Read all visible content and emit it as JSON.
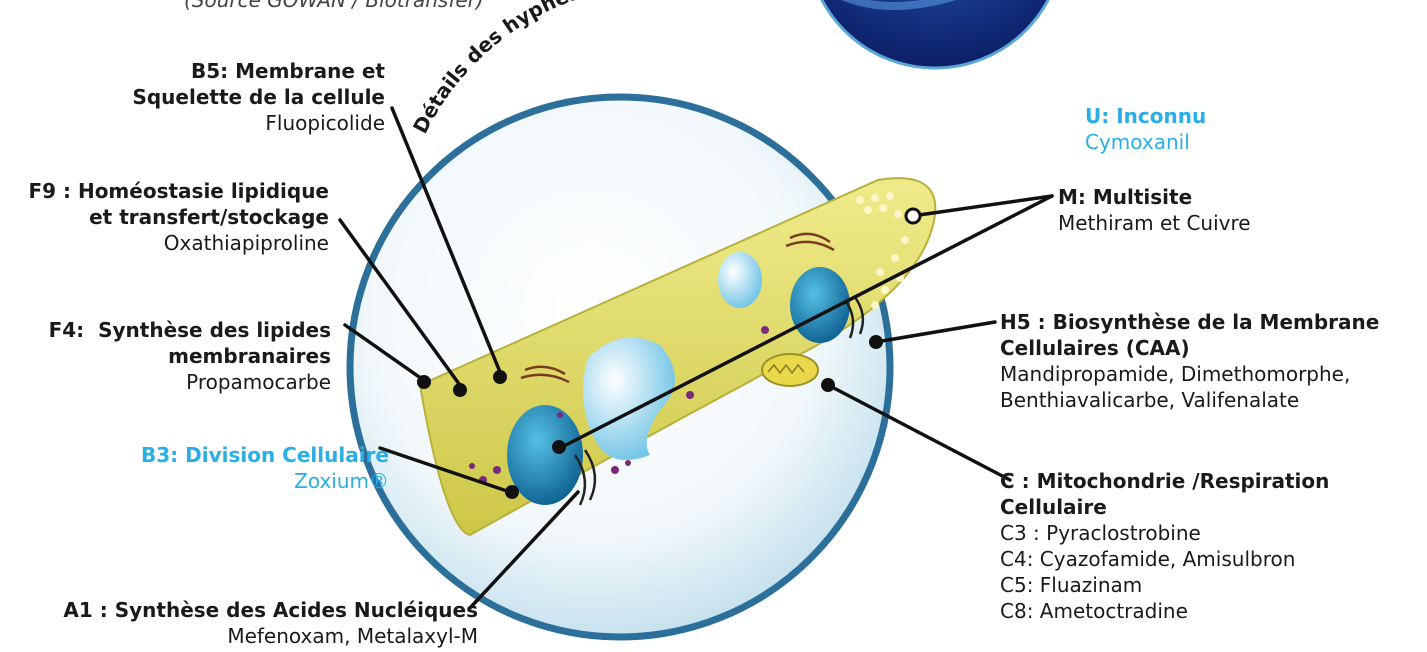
{
  "source_note": "(Source GOWAN / Biotransfer)",
  "arc_title": "Détails des hyphes mycéliens",
  "colors": {
    "accent_blue": "#2aaee6",
    "cell_yellow": "#dada5c",
    "sphere_rim": "#2b6f9a",
    "text": "#1a1a1a"
  },
  "labels": {
    "b5": {
      "title": "B5: Membrane et\nSquelette de la cellule",
      "desc": "Fluopicolide"
    },
    "f9": {
      "title": "F9 : Homéostasie lipidique\net transfert/stockage",
      "desc": "Oxathiapiproline"
    },
    "f4": {
      "title": "F4:  Synthèse des lipides\nmembranaires",
      "desc": "Propamocarbe"
    },
    "b3": {
      "title": "B3: Division Cellulaire",
      "desc": "Zoxium®"
    },
    "a1": {
      "title": "A1 :  Synthèse des Acides Nucléiques",
      "desc": "Mefenoxam, Metalaxyl-M"
    },
    "u": {
      "title": "U: Inconnu",
      "desc": "Cymoxanil"
    },
    "m": {
      "title": "M: Multisite",
      "desc": "Methiram et Cuivre"
    },
    "h5": {
      "title": "H5 : Biosynthèse de la Membrane\nCellulaires (CAA)",
      "desc": "Mandipropamide, Dimethomorphe,\nBenthiavalicarbe, Valifenalate"
    },
    "c": {
      "title": "C : Mitochondrie /Respiration\nCellulaire",
      "desc": "C3 : Pyraclostrobine\nC4: Cyazofamide, Amisulbron\nC5: Fluazinam\nC8: Ametoctradine"
    }
  }
}
